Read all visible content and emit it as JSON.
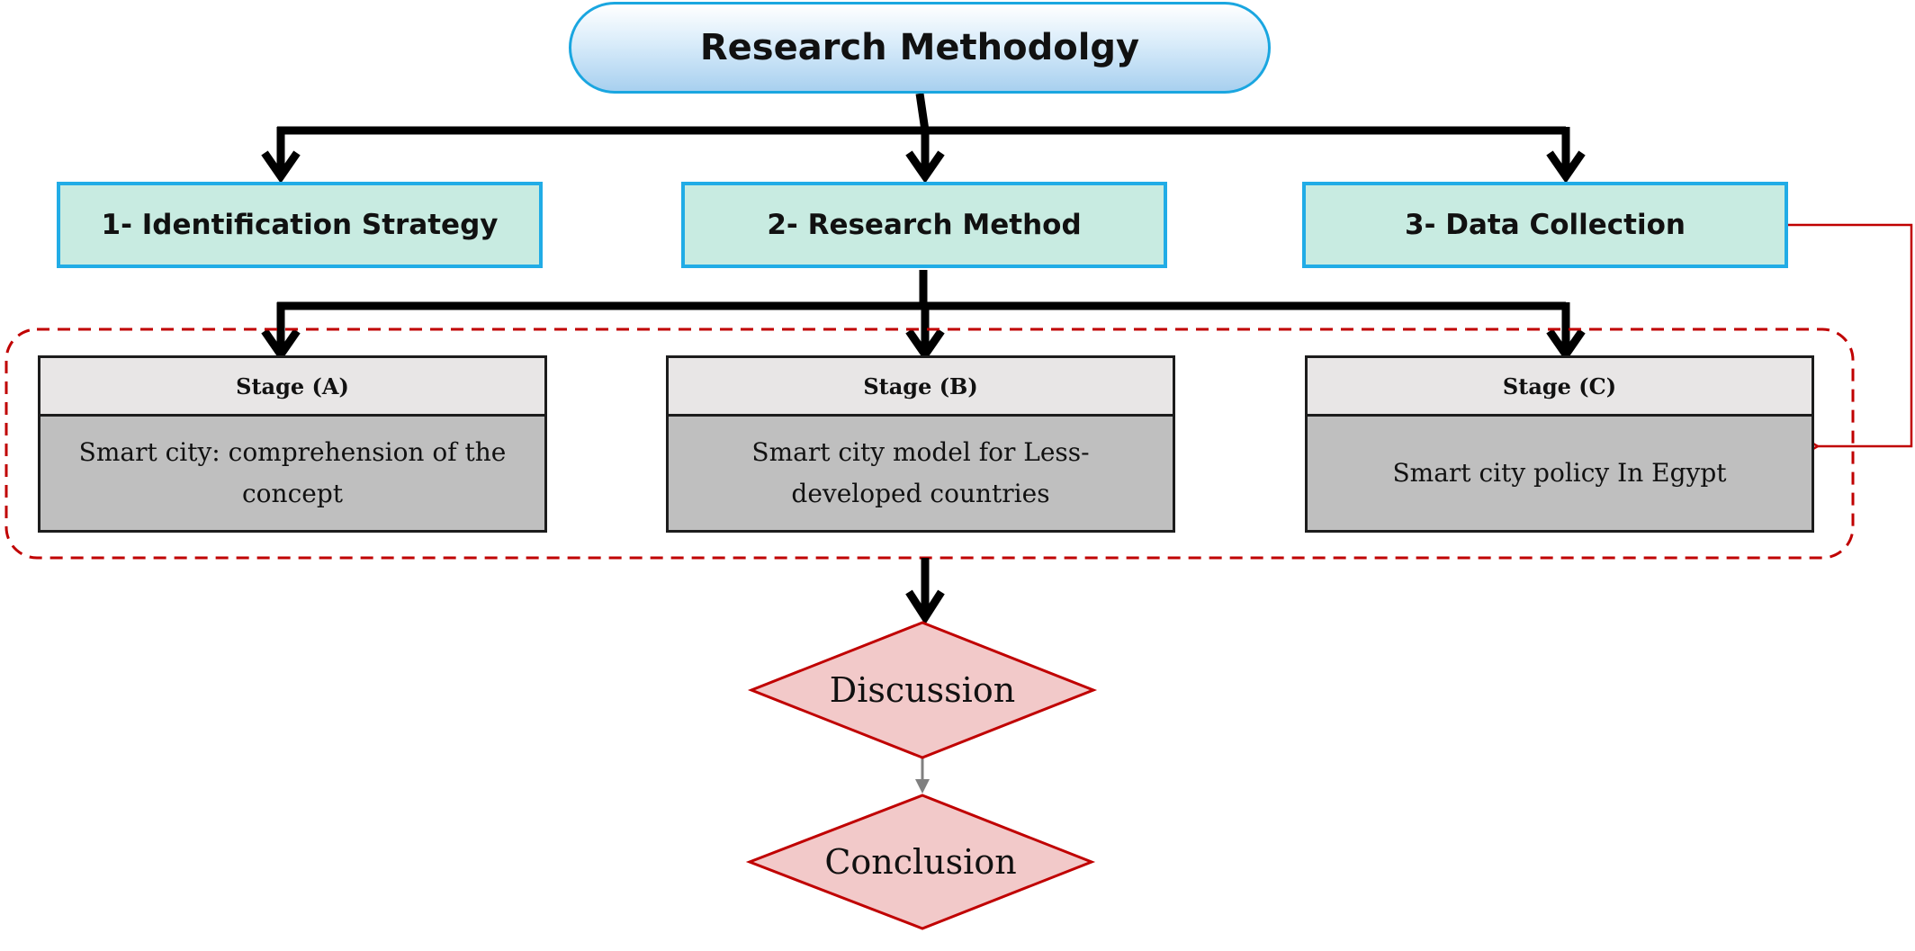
{
  "diagram": {
    "title": "Research Methodolgy",
    "steps": [
      {
        "label": "1- Identification Strategy"
      },
      {
        "label": "2- Research Method"
      },
      {
        "label": "3- Data Collection"
      }
    ],
    "stages": [
      {
        "header": "Stage (A)",
        "body": "Smart city: comprehension of the concept"
      },
      {
        "header": "Stage (B)",
        "body": "Smart city model for Less-developed countries"
      },
      {
        "header": "Stage (C)",
        "body": "Smart city policy In Egypt"
      }
    ],
    "outcomes": {
      "discussion": "Discussion",
      "conclusion": "Conclusion"
    },
    "colors": {
      "title_border": "#1aa6e0",
      "step_fill": "#c8ebe1",
      "step_border": "#21ace6",
      "stage_header_fill": "#e8e6e6",
      "stage_body_fill": "#bfbfbf",
      "group_border": "#c00000",
      "diamond_fill": "#f2c9c9",
      "diamond_border": "#c00000",
      "connector": "#000000"
    }
  }
}
